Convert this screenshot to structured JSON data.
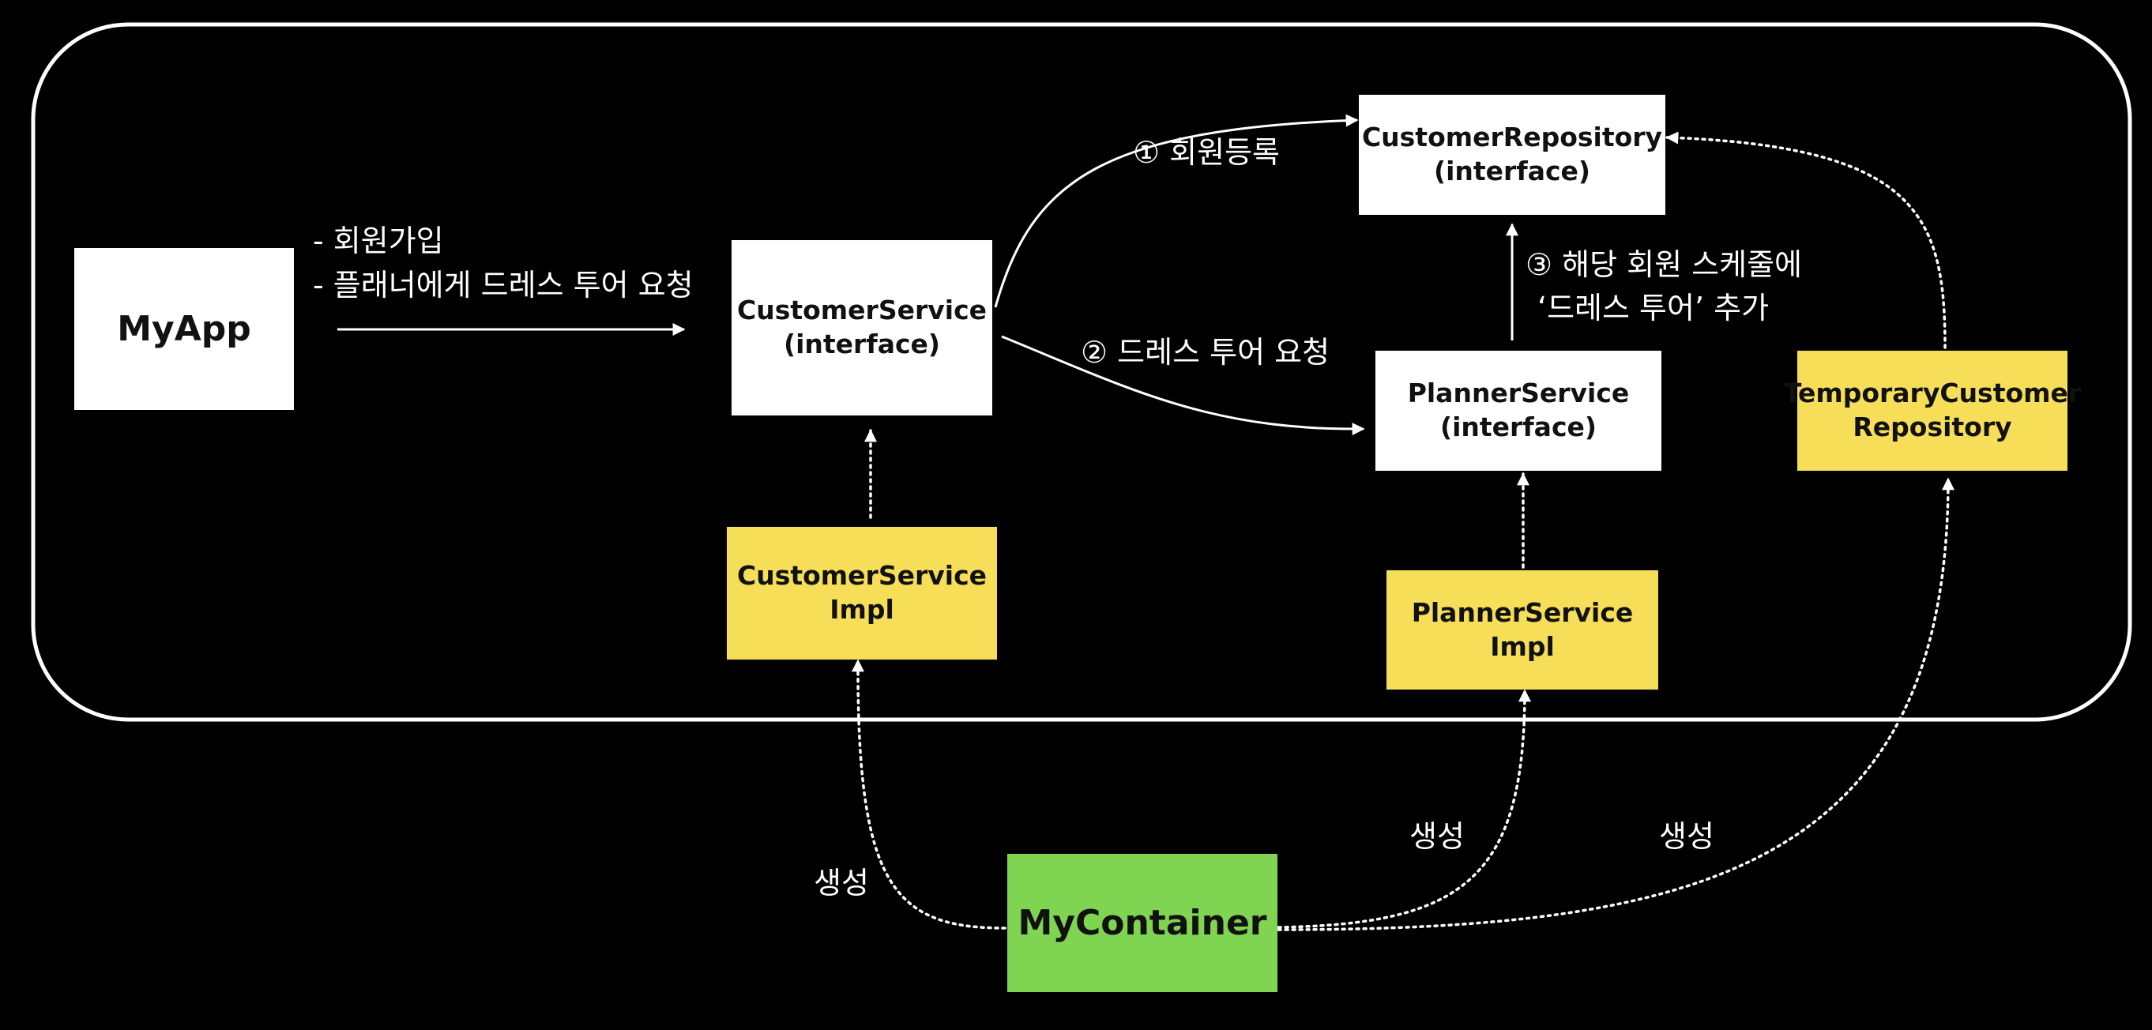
{
  "colors": {
    "background": "#000000",
    "line": "#ffffff",
    "interface_box": "#ffffff",
    "impl_box": "#f6de58",
    "container_box": "#7fd452"
  },
  "nodes": {
    "myapp": "MyApp",
    "customer_service": "CustomerService\n(interface)",
    "customer_repository": "CustomerRepository\n(interface)",
    "planner_service": "PlannerService\n(interface)",
    "temporary_customer_repository": "TemporaryCustomer\nRepository",
    "customer_service_impl": "CustomerService\nImpl",
    "planner_service_impl": "PlannerService\nImpl",
    "my_container": "MyContainer"
  },
  "labels": {
    "myapp_request_1": "- 회원가입",
    "myapp_request_2": "- 플래너에게 드레스 투어 요청",
    "step1": "① 회원등록",
    "step2": "② 드레스 투어 요청",
    "step3_line1": "③ 해당 회원 스케줄에",
    "step3_line2": "‘드레스 투어’ 추가",
    "create_left": "생성",
    "create_middle": "생성",
    "create_right": "생성"
  }
}
